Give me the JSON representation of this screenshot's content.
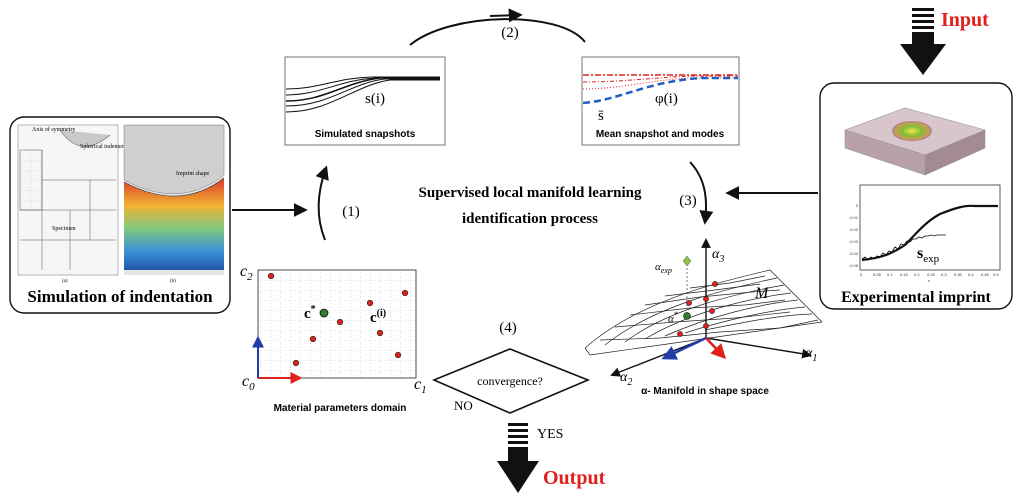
{
  "labels": {
    "input": "Input",
    "output": "Output",
    "yes": "YES",
    "no": "NO",
    "step1": "(1)",
    "step2": "(2)",
    "step3": "(3)",
    "step4": "(4)",
    "process_line1": "Supervised local manifold learning",
    "process_line2": "identification process",
    "convergence": "convergence?"
  },
  "panels": {
    "simulation": {
      "caption": "Simulation of indentation",
      "annotations": [
        "Axis of symmetry",
        "Spherical indenter",
        "Imprint shape",
        "Specimen",
        "(a)",
        "(b)"
      ]
    },
    "snapshots": {
      "caption": "Simulated snapshots",
      "symbol": "s(i)"
    },
    "mean": {
      "caption": "Mean snapshot and modes",
      "symbol_phi": "φ(i)",
      "symbol_sbar": "s̄"
    },
    "experimental": {
      "caption": "Experimental imprint",
      "symbol": "s",
      "symbol_sub": "exp",
      "x_label": "x",
      "x_ticks": [
        "0",
        "0.05",
        "0.1",
        "0.15",
        "0.2",
        "0.25",
        "0.3",
        "0.35",
        "0.4",
        "0.45",
        "0.5"
      ],
      "y_ticks": [
        "0",
        "-0.01",
        "-0.02",
        "-0.03",
        "-0.04",
        "-0.05"
      ]
    },
    "domain": {
      "caption": "Material parameters domain",
      "c0": "c",
      "c0_sub": "0",
      "c1": "c",
      "c1_sub": "1",
      "c2": "c",
      "c2_sub": "2",
      "c_star": "c",
      "c_star_sup": "*",
      "c_i": "c",
      "c_i_sup": "(i)"
    },
    "manifold": {
      "caption": "α- Manifold in shape space",
      "alpha1": "α",
      "alpha1_sub": "1",
      "alpha2": "α",
      "alpha2_sub": "2",
      "alpha3": "α",
      "alpha3_sub": "3",
      "alpha_exp": "α",
      "alpha_exp_sub": "exp",
      "alpha_star": "α",
      "alpha_star_sup": "*",
      "M": "M"
    }
  },
  "colors": {
    "arrow": "#111111",
    "red_label": "#e0201c",
    "point_fill": "#e0201c",
    "star_point": "#2e7d32",
    "exp_point": "#8bc34a",
    "axis_red": "#e0201c",
    "axis_blue": "#1f3ca8"
  }
}
